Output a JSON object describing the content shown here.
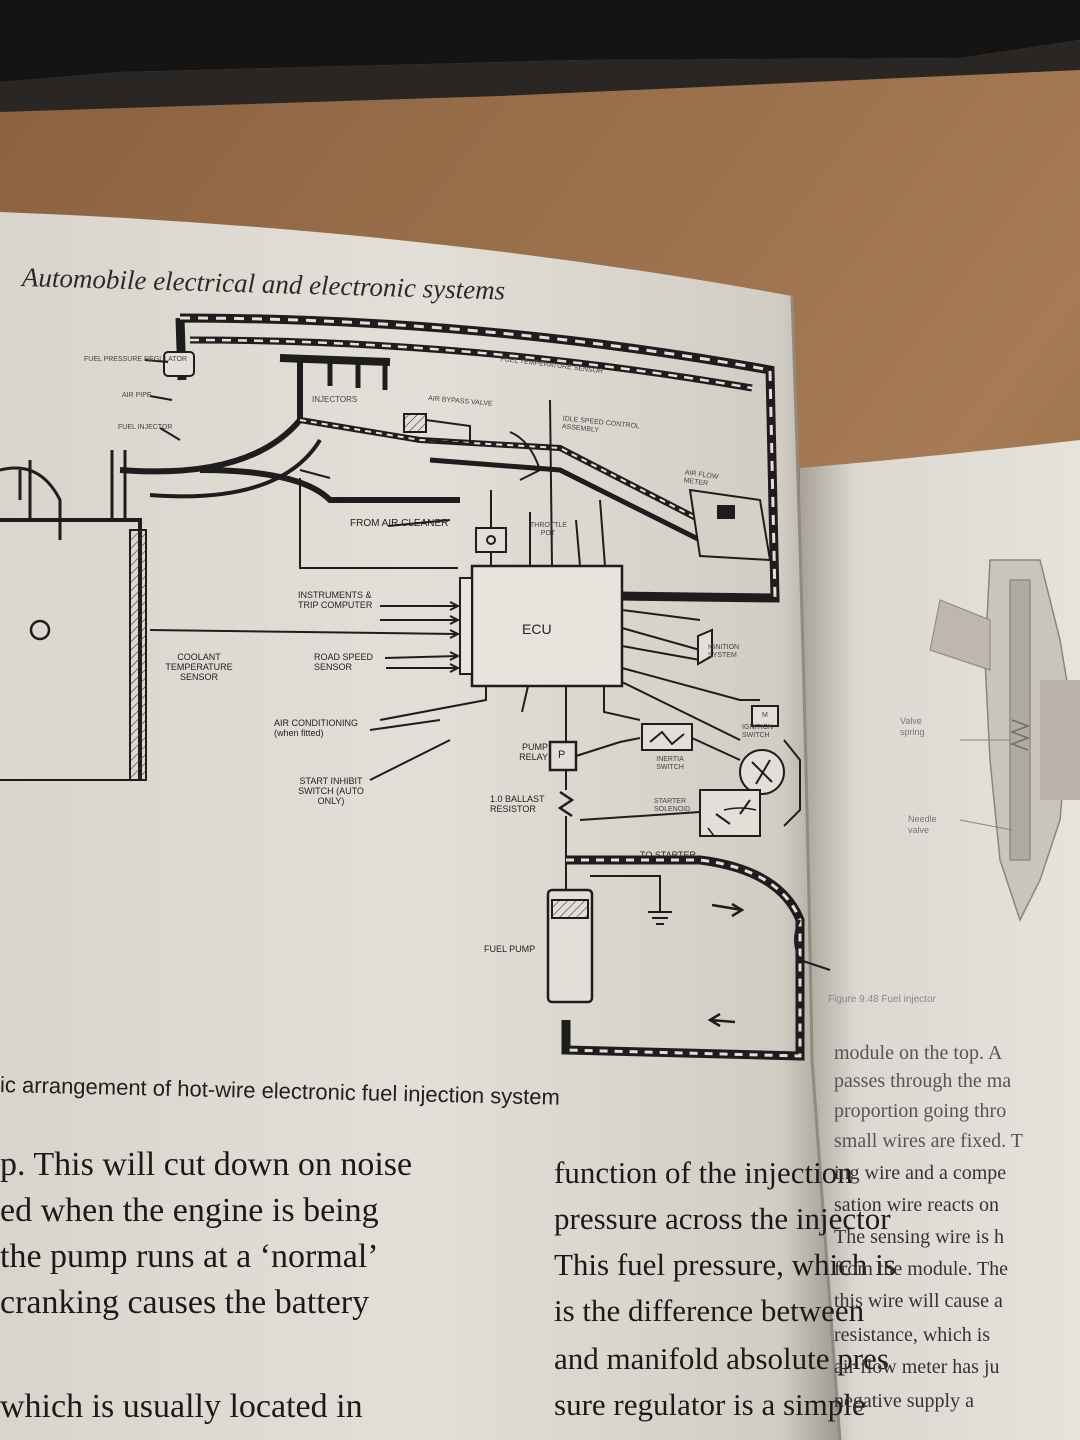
{
  "book": {
    "running_header": "Automobile electrical and electronic systems",
    "figure_caption": "ic arrangement of hot-wire electronic fuel injection system",
    "side_figure_caption": "Figure 9.48 Fuel injector",
    "side_labels": [
      "Valve spring",
      "Needle valve"
    ]
  },
  "diagram_labels": {
    "fuel_pressure_regulator": "FUEL PRESSURE REGULATOR",
    "air_pipe": "AIR PIPE",
    "fuel_injector": "FUEL INJECTOR",
    "injectors": "INJECTORS",
    "air_bypass_valve": "AIR BYPASS VALVE",
    "fuel_temperature_sensor": "FUEL TEMPERATURE SENSOR",
    "idle_speed": "IDLE SPEED CONTROL ASSEMBLY",
    "from_air_cleaner": "FROM AIR CLEANER",
    "throttle_pot": "THROTTLE POT",
    "air_flow_meter": "AIR FLOW METER",
    "instruments": "INSTRUMENTS & TRIP COMPUTER",
    "ecu": "ECU",
    "coolant": "COOLANT TEMPERATURE SENSOR",
    "road_speed": "ROAD SPEED SENSOR",
    "ignition_system": "IGNITION SYSTEM",
    "air_conditioning": "AIR CONDITIONING (when fitted)",
    "pump_relay": "PUMP RELAY",
    "relay_p": "P",
    "inertia_switch": "INERTIA SWITCH",
    "ignition_switch": "IGNITION SWITCH",
    "start_inhibit": "START INHIBIT SWITCH (AUTO ONLY)",
    "ballast": "1.0 BALLAST RESISTOR",
    "starter_solenoid": "STARTER SOLENOID",
    "to_starter": "TO STARTER",
    "fuel_pump": "FUEL PUMP",
    "battery_m": "M"
  },
  "left_text": [
    "p. This will cut down on noise",
    "ed when the engine is being",
    "the pump runs at a ‘normal’",
    "cranking causes the battery",
    "which is usually located in"
  ],
  "mid_text": [
    "function of the injection",
    "pressure across the injector",
    "This fuel pressure, which is",
    "is the difference between",
    "and manifold absolute pres",
    "sure regulator is a simple"
  ],
  "right_text": [
    "module on the top. A",
    "passes through the ma",
    "proportion going thro",
    "small wires are fixed. T",
    "ing wire and a compe",
    "sation wire reacts on",
    "The sensing wire is h",
    "from the module. The",
    "this wire will cause a",
    "resistance, which is",
    "air flow meter has ju",
    "negative supply a"
  ]
}
